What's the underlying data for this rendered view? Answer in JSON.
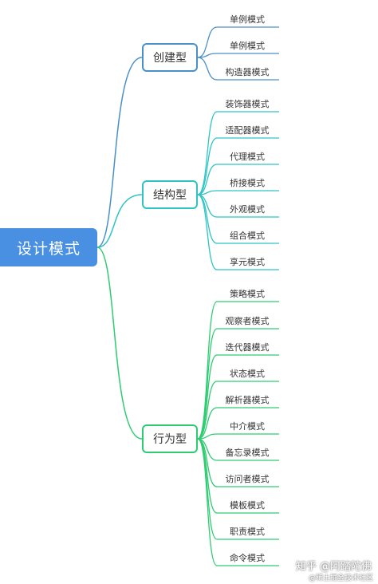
{
  "root": {
    "label": "设计模式"
  },
  "categories": [
    {
      "label": "创建型",
      "color": "#4a90c8",
      "items": [
        "单例模式",
        "单例模式",
        "构造器模式"
      ]
    },
    {
      "label": "结构型",
      "color": "#2ec4c4",
      "items": [
        "装饰器模式",
        "适配器模式",
        "代理模式",
        "桥接模式",
        "外观模式",
        "组合模式",
        "享元模式"
      ]
    },
    {
      "label": "行为型",
      "color": "#2ecc71",
      "items": [
        "策略模式",
        "观察者模式",
        "迭代器模式",
        "状态模式",
        "解析器模式",
        "中介模式",
        "备忘录模式",
        "访问者模式",
        "模板模式",
        "职责模式",
        "命令模式"
      ]
    }
  ],
  "watermark": {
    "text": "知乎 @阿踏陀佛",
    "subtext": "@稀土掘金技术社区"
  }
}
